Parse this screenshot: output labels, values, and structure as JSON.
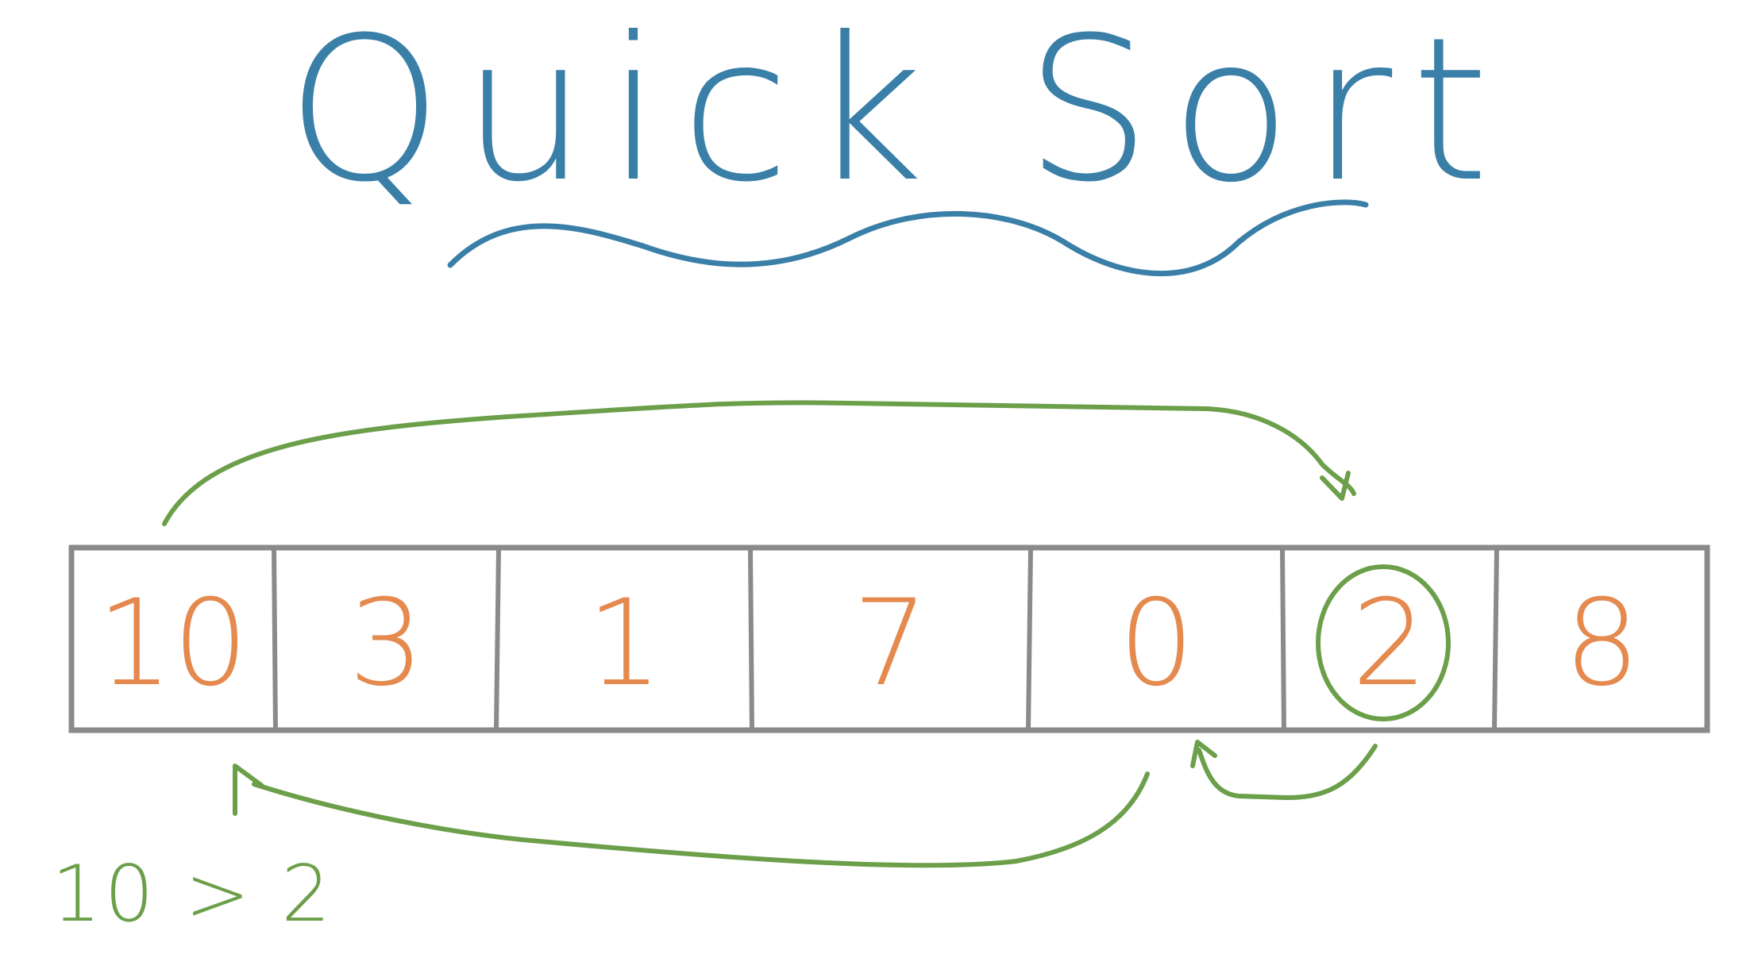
{
  "title": "Quick Sort",
  "array": {
    "values": [
      "10",
      "3",
      "1",
      "7",
      "0",
      "2",
      "8"
    ],
    "pivot_index": 5
  },
  "annotation": "10 > 2",
  "colors": {
    "title": "#3a7fa8",
    "numbers": "#e58a4f",
    "arrows": "#6b9f4a",
    "box": "#8a8a8a"
  }
}
